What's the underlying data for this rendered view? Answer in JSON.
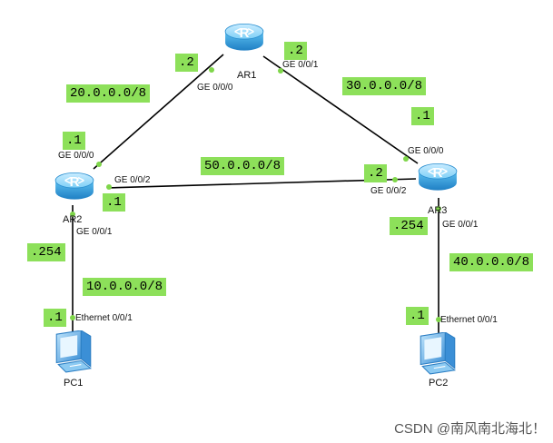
{
  "devices": {
    "ar1": {
      "label": "AR1",
      "glyph": "R"
    },
    "ar2": {
      "label": "AR2",
      "glyph": "R"
    },
    "ar3": {
      "label": "AR3",
      "glyph": "R"
    },
    "pc1": {
      "label": "PC1"
    },
    "pc2": {
      "label": "PC2"
    }
  },
  "networks": {
    "ar1_ar2": "20.0.0.0/8",
    "ar1_ar3": "30.0.0.0/8",
    "ar2_ar3": "50.0.0.0/8",
    "ar2_pc1": "10.0.0.0/8",
    "ar3_pc2": "40.0.0.0/8"
  },
  "hosts": {
    "ar1_g000": ".2",
    "ar1_g001": ".2",
    "ar2_g000": ".1",
    "ar2_g002": ".1",
    "ar2_g001": ".254",
    "ar3_g000": ".1",
    "ar3_g002": ".2",
    "ar3_g001": ".254",
    "pc1_eth": ".1",
    "pc2_eth": ".1"
  },
  "ports": {
    "ar1_g000": "GE 0/0/0",
    "ar1_g001": "GE 0/0/1",
    "ar2_g000": "GE 0/0/0",
    "ar2_g002": "GE 0/0/2",
    "ar2_g001": "GE 0/0/1",
    "ar3_g000": "GE 0/0/0",
    "ar3_g002": "GE 0/0/2",
    "ar3_g001": "GE 0/0/1",
    "pc1_eth": "Ethernet 0/0/1",
    "pc2_eth": "Ethernet 0/0/1"
  },
  "watermark": "CSDN @南风南北海北！",
  "colors": {
    "label_highlight": "#8de05a",
    "port_dot": "#7fd64a",
    "router_body": "#4fb3e8",
    "pc_body": "#5aa9e6",
    "link": "#000000"
  }
}
